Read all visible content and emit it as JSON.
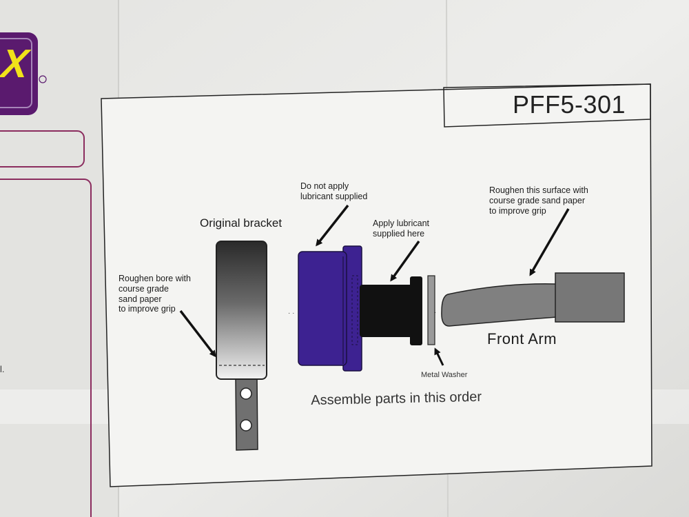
{
  "logo": {
    "letter": "X",
    "registered": "®"
  },
  "cropped_text": "l.",
  "diagram": {
    "part_code": "PFF5-301",
    "original_bracket_label": "Original bracket",
    "roughen_bore_label": "Roughen bore with\ncourse grade\nsand paper\nto improve grip",
    "do_not_apply_label": "Do not apply\nlubricant supplied",
    "apply_lubricant_label": "Apply lubricant\nsupplied here",
    "roughen_surface_label": "Roughen this surface with\ncourse grade sand paper\nto improve grip",
    "front_arm_label": "Front Arm",
    "metal_washer_label": "Metal Washer",
    "assemble_label": "Assemble parts in this order",
    "colors": {
      "bush_purple": "#3d2291",
      "sleeve_black": "#111111",
      "arm_grey": "#808080",
      "brand_purple": "#5a1a6e",
      "brand_yellow": "#f1e21a"
    }
  }
}
